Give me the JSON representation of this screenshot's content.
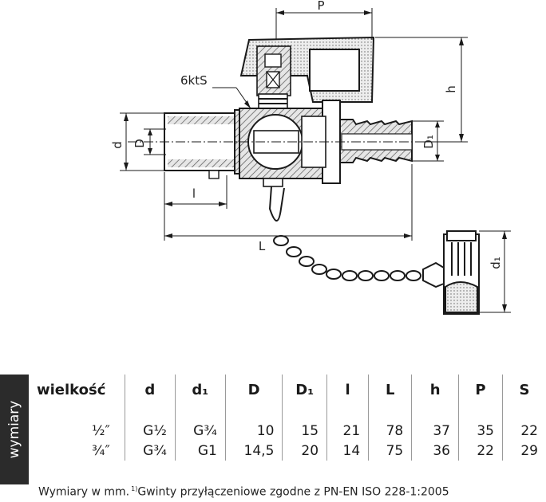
{
  "drawing": {
    "labels": {
      "P": "P",
      "h": "h",
      "ktS": "6ktS",
      "d": "d",
      "D": "D",
      "D1": "D₁",
      "l": "l",
      "L": "L",
      "d1": "d₁"
    }
  },
  "sidebar": {
    "label": "wymiary"
  },
  "table": {
    "headers": [
      "wielkość",
      "d",
      "d₁",
      "D",
      "D₁",
      "l",
      "L",
      "h",
      "P",
      "S"
    ],
    "rows": [
      [
        "½″",
        "G½",
        "G¾",
        "10",
        "15",
        "21",
        "78",
        "37",
        "35",
        "22"
      ],
      [
        "¾″",
        "G¾",
        "G1",
        "14,5",
        "20",
        "14",
        "75",
        "36",
        "22",
        "29"
      ]
    ]
  },
  "footnote": {
    "prefix": "Wymiary w mm.",
    "marker": "1)",
    "text": "Gwinty przyłączeniowe zgodne z PN-EN ISO 228-1:2005"
  },
  "colors": {
    "line": "#1a1a1a",
    "hatch": "#555555",
    "fill_light": "#d9d9d9",
    "sidebar": "#2b2b2b"
  }
}
